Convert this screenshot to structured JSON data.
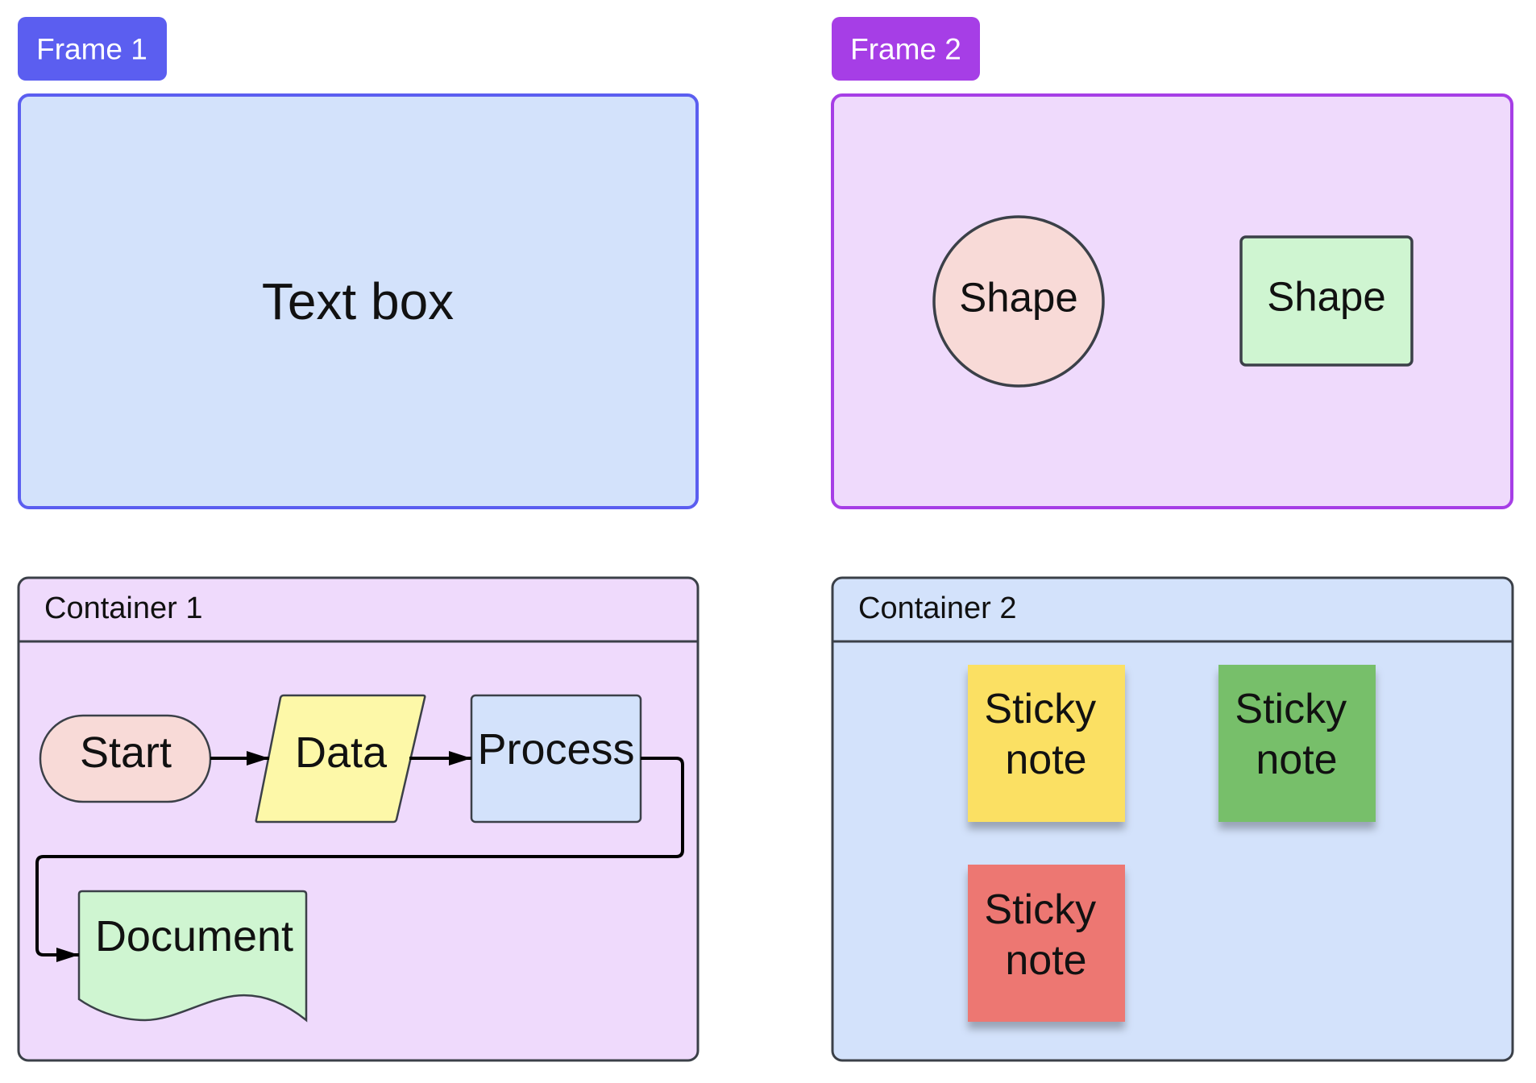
{
  "frames": [
    {
      "label": "Frame 1",
      "accent": "#5b5ef0",
      "fill": "#d3e2fb",
      "text_box": "Text box"
    },
    {
      "label": "Frame 2",
      "accent": "#a63ee6",
      "fill": "#efdafc",
      "shapes": [
        {
          "label": "Shape",
          "fill": "#f8dad7"
        },
        {
          "label": "Shape",
          "fill": "#cff5d1"
        }
      ]
    }
  ],
  "containers": [
    {
      "title": "Container 1",
      "fill": "#efdafc",
      "flowchart": {
        "nodes": [
          {
            "label": "Start",
            "fill": "#f8dad7"
          },
          {
            "label": "Data",
            "fill": "#fdf8a8"
          },
          {
            "label": "Process",
            "fill": "#d3e2fb"
          },
          {
            "label": "Document",
            "fill": "#cff5d1"
          }
        ],
        "edges": [
          {
            "from": 0,
            "to": 1
          },
          {
            "from": 1,
            "to": 2
          },
          {
            "from": 2,
            "to": 3
          }
        ]
      }
    },
    {
      "title": "Container 2",
      "fill": "#d3e2fb",
      "sticky_notes": [
        {
          "lines": [
            "Sticky",
            "note"
          ],
          "color": "#fbe063"
        },
        {
          "lines": [
            "Sticky",
            "note"
          ],
          "color": "#77bf6b"
        },
        {
          "lines": [
            "Sticky",
            "note"
          ],
          "color": "#ed7772"
        }
      ]
    }
  ],
  "colors": {
    "outline": "#3b4048",
    "connector": "#000000",
    "text": "#111111"
  }
}
